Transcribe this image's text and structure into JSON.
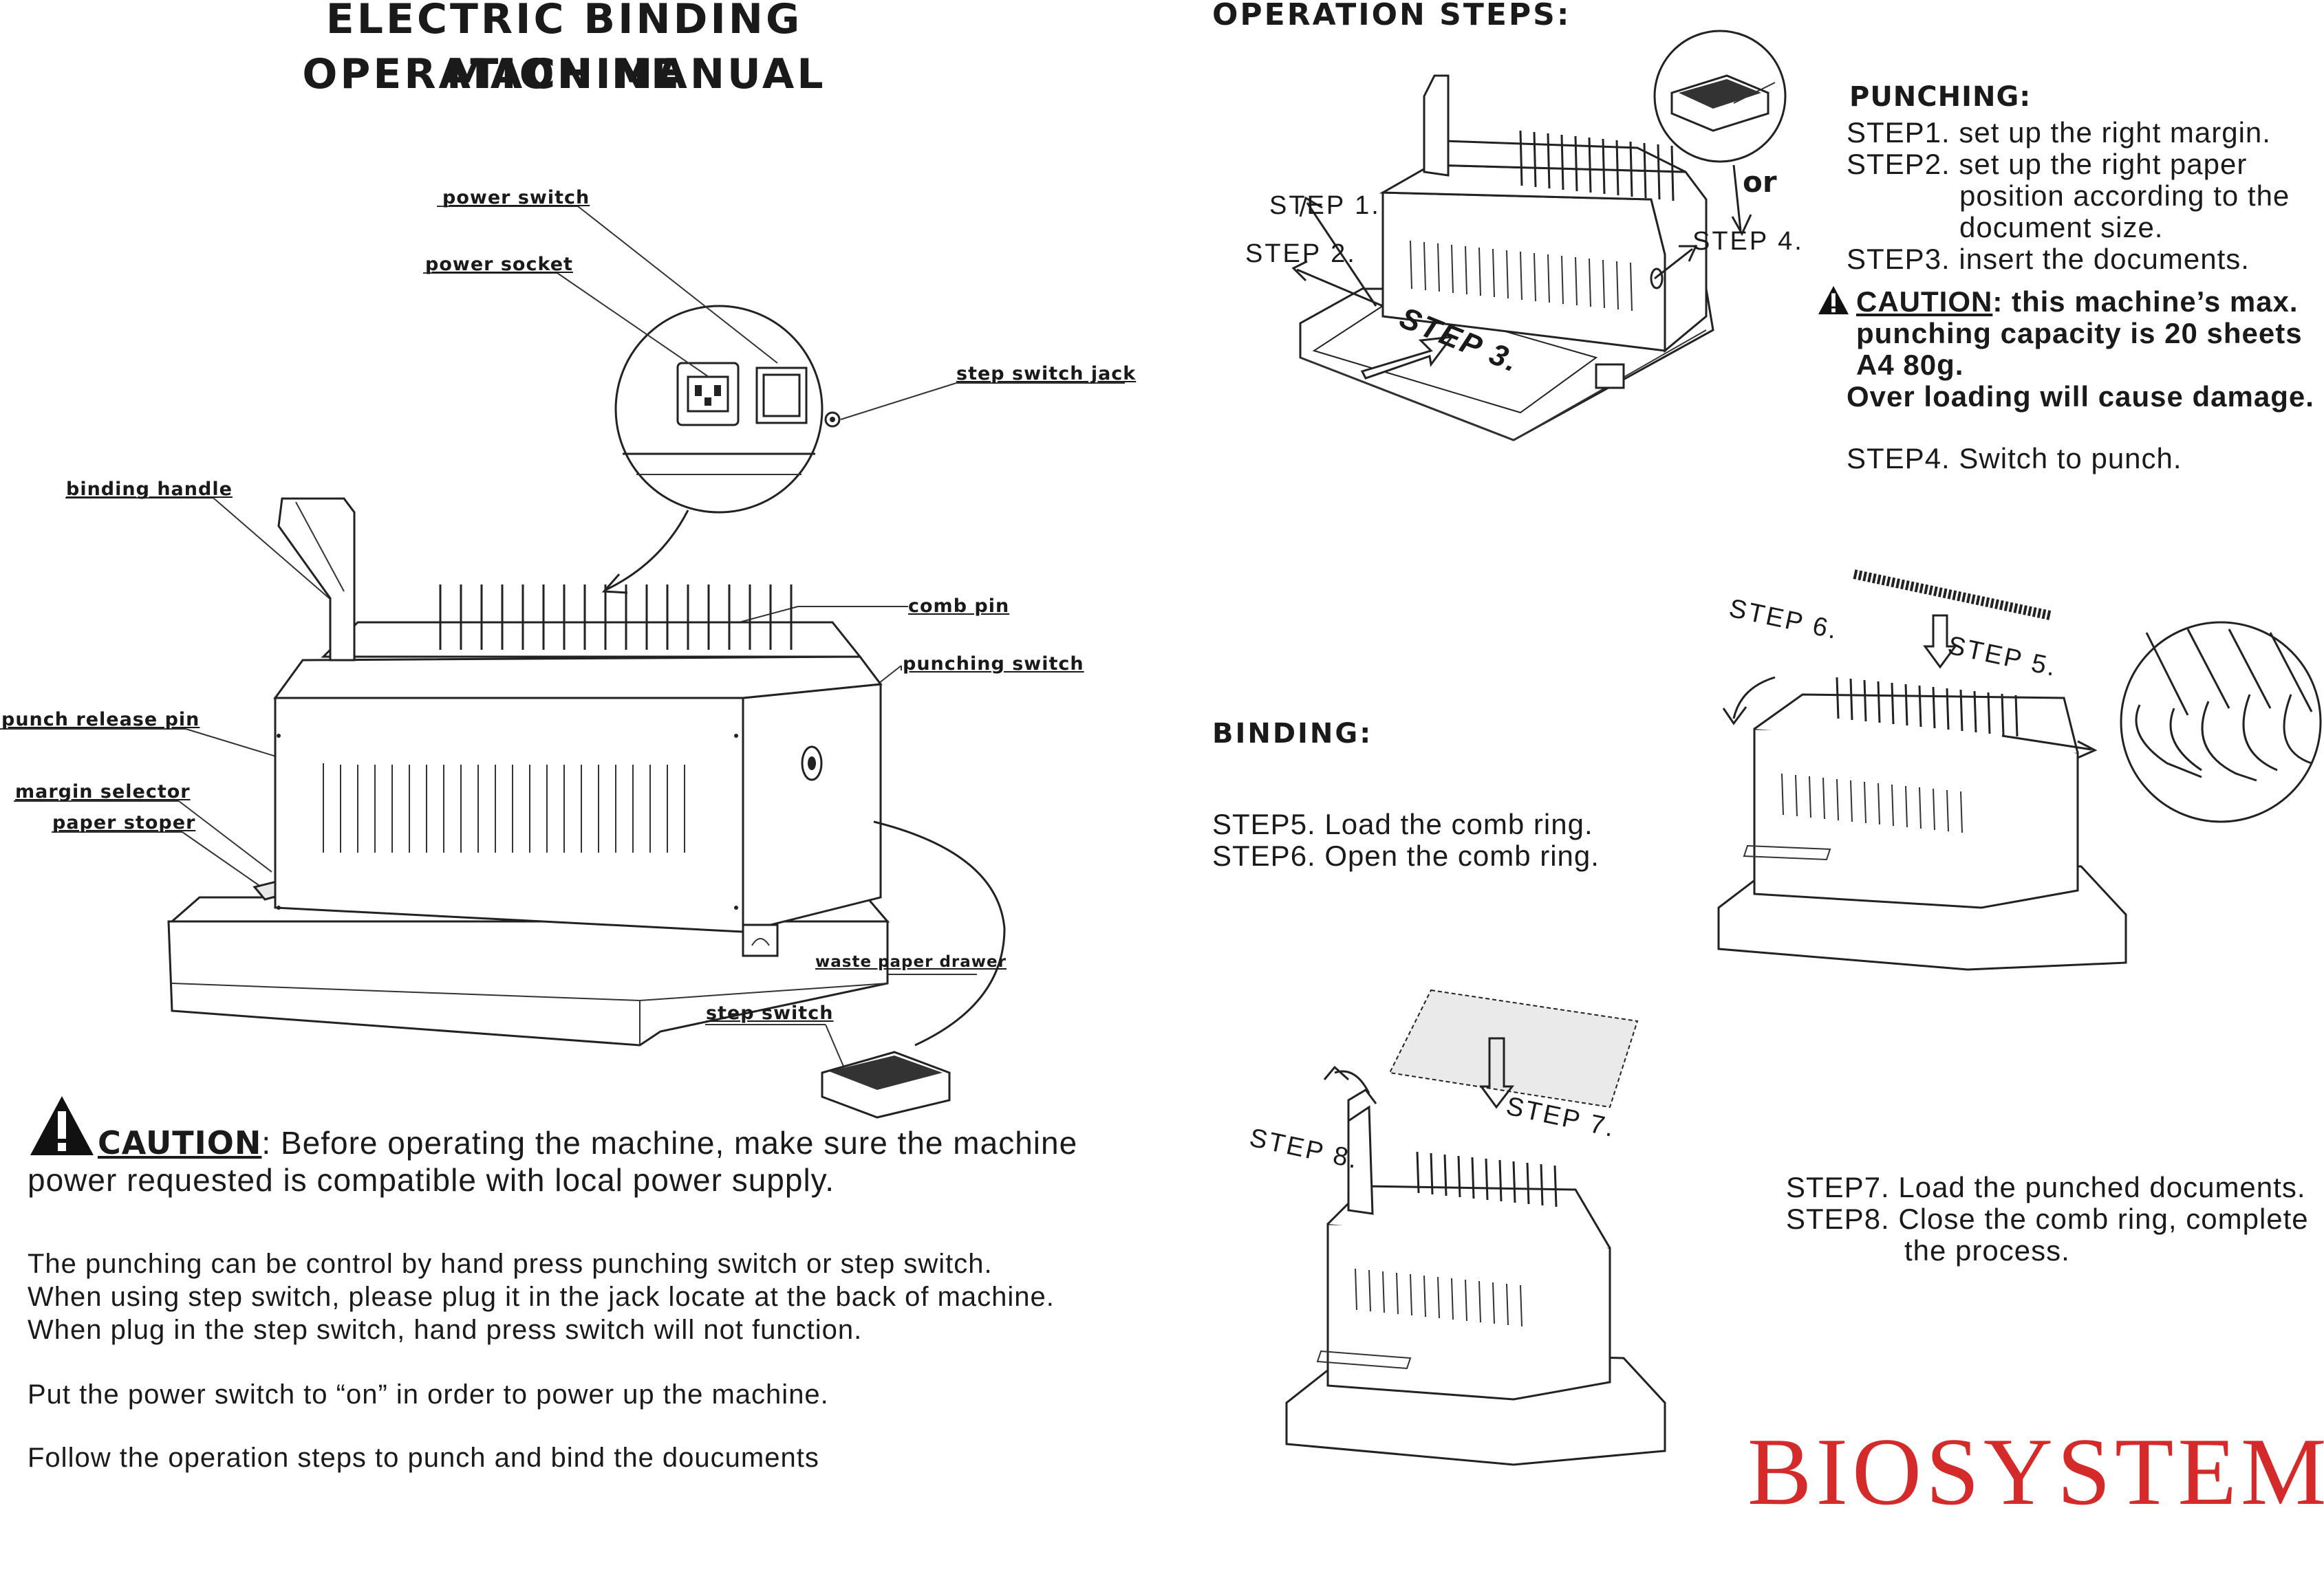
{
  "left": {
    "title_line1": "ELECTRIC BINDING MACHINE",
    "title_line2": "OPERATION MANUAL",
    "callouts": {
      "power_switch": "power switch",
      "power_socket": "power socket",
      "step_switch_jack": "step switch jack",
      "binding_handle": "binding handle",
      "comb_pin": "comb pin",
      "punching_switch": "punching switch",
      "punch_release_pin": "punch release pin",
      "margin_selector": "margin selector",
      "paper_stoper": "paper stoper",
      "waste_paper_drawer": "waste paper drawer",
      "step_switch": "step switch"
    },
    "caution_word": "CAUTION",
    "caution_rest": ": Before operating the machine, make sure the machine",
    "caution_line2": "power requested is compatible with local power supply.",
    "para1": [
      "The punching can be control by hand press punching switch or step switch.",
      "When using step switch, please plug it in the jack locate at the back of machine.",
      "When plug in the step switch, hand press switch will not function."
    ],
    "para2": "Put the power switch to “on” in order to power up the machine.",
    "para3": "Follow the operation steps to punch and bind the doucuments"
  },
  "right": {
    "operation_steps_heading": "OPERATION STEPS:",
    "punching": {
      "heading": "PUNCHING:",
      "step1": "STEP1. set up the right margin.",
      "step2a": "STEP2. set up the right paper",
      "step2b": "position according to the",
      "step2c": "document size.",
      "step3": "STEP3. insert the documents.",
      "caution_word": "CAUTION",
      "caution_rest": ": this machine’s max.",
      "caution_line2": "punching capacity is 20 sheets",
      "caution_line3": "A4 80g.",
      "caution_line4": "Over loading will cause damage.",
      "step4": "STEP4. Switch to punch."
    },
    "diagram1_labels": {
      "step1": "STEP 1.",
      "step2": "STEP 2.",
      "step3": "STEP 3.",
      "step4": "STEP 4.",
      "or": "or"
    },
    "binding": {
      "heading": "BINDING:",
      "step5": "STEP5. Load the comb ring.",
      "step6": "STEP6. Open the comb ring."
    },
    "diagram2_labels": {
      "step5": "STEP 5.",
      "step6": "STEP 6."
    },
    "diagram3_labels": {
      "step7": "STEP 7.",
      "step8": "STEP  8."
    },
    "final": {
      "step7": "STEP7. Load the punched documents.",
      "step8a": "STEP8. Close the comb ring, complete",
      "step8b": "the process."
    },
    "brand": "BIOSYSTEM",
    "brand_mark": "®"
  },
  "colors": {
    "text": "#1a1a1a",
    "brand": "#d42a2a",
    "line": "#222222"
  }
}
